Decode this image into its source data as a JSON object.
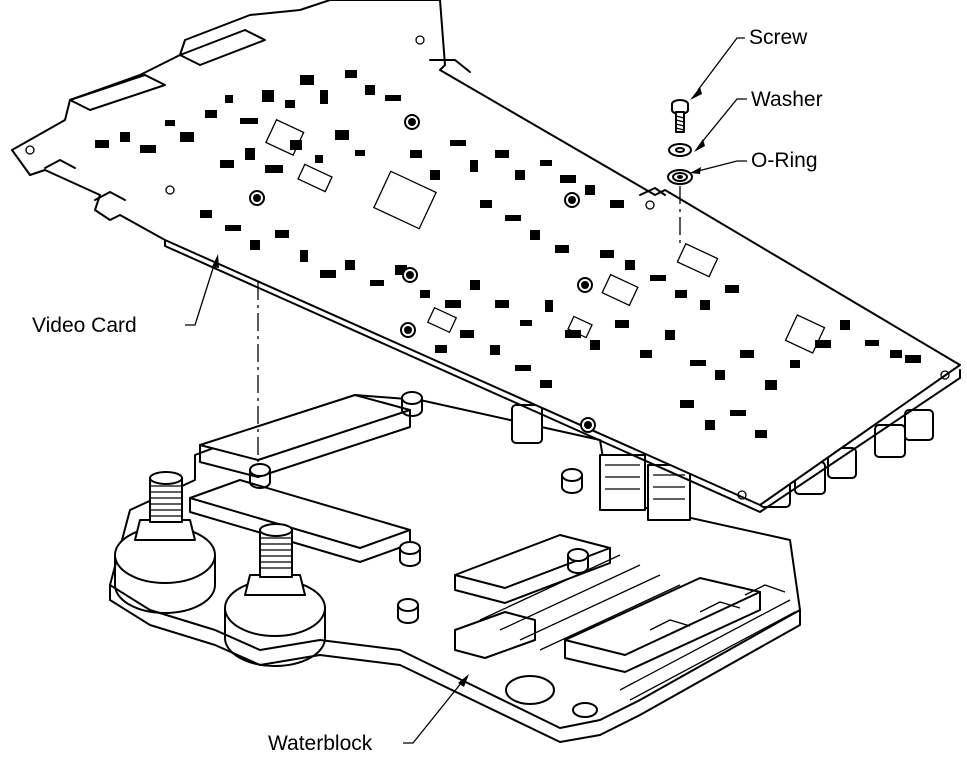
{
  "figure": {
    "callouts": {
      "screw": "Screw",
      "washer": "Washer",
      "o_ring": "O-Ring",
      "video_card": "Video Card",
      "waterblock": "Waterblock"
    },
    "colors": {
      "line": "#000000",
      "background": "#ffffff"
    }
  }
}
